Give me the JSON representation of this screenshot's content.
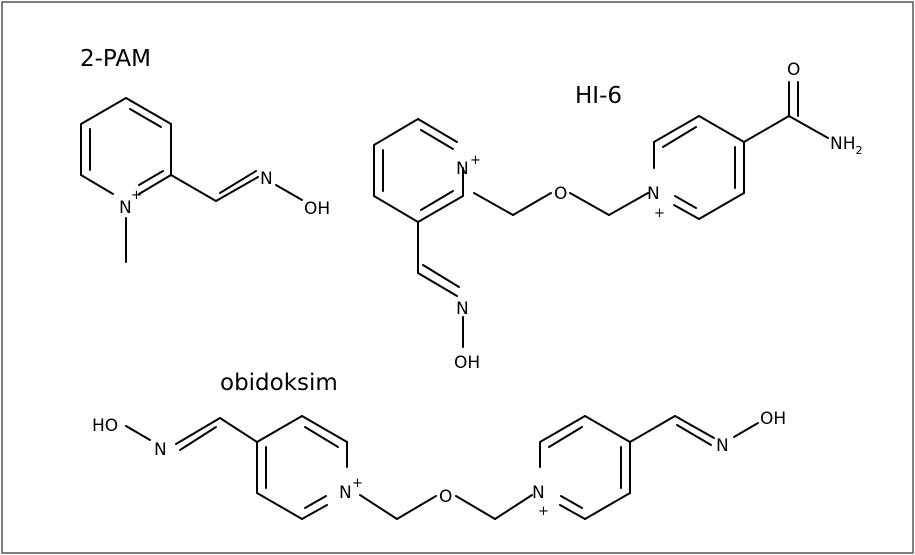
{
  "molecules": [
    {
      "name": "2-PAM",
      "atoms": {
        "ring_n": "N",
        "charge": "+",
        "oxime_n": "N",
        "hydroxyl": "OH"
      }
    },
    {
      "name": "HI-6",
      "atoms": {
        "ring_n_left": "N",
        "charge_left": "+",
        "ring_n_right": "N",
        "charge_right": "+",
        "ether_o": "O",
        "oxime_n": "N",
        "oxime_oh": "OH",
        "carbonyl_o": "O",
        "amide_nh": "NH",
        "amide_sub": "2"
      }
    },
    {
      "name": "obidoksim",
      "atoms": {
        "ring_n_left": "N",
        "charge_left": "+",
        "ring_n_right": "N",
        "charge_right": "+",
        "ether_o": "O",
        "oxime_n_left": "N",
        "oxime_oh_left": "HO",
        "oxime_n_right": "N",
        "oxime_oh_right": "OH"
      }
    }
  ]
}
